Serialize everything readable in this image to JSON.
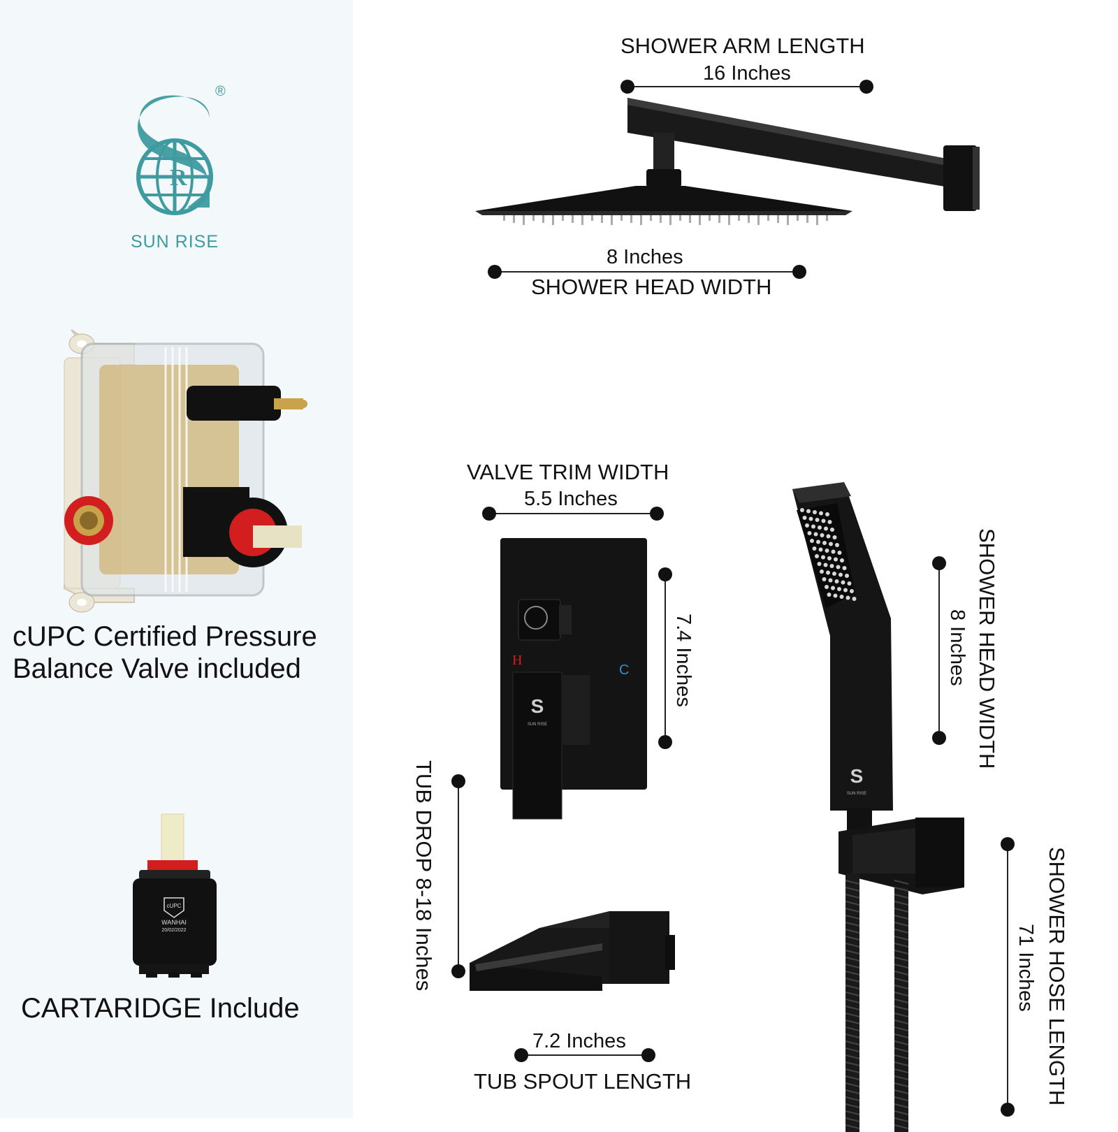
{
  "brand": {
    "name": "SUN RISE",
    "registered": "®"
  },
  "left": {
    "valve_caption_line1": "cUPC Certified Pressure",
    "valve_caption_line2": "Balance Valve included",
    "cartridge_caption": "CARTARIDGE Include",
    "cartridge_marks": [
      "cUPC",
      "WANHAI",
      "20/02/2022"
    ]
  },
  "dimensions": {
    "shower_arm": {
      "label": "SHOWER ARM LENGTH",
      "value": "16 Inches"
    },
    "shower_head": {
      "label": "SHOWER HEAD WIDTH",
      "value": "8 Inches"
    },
    "valve_trim_width": {
      "label": "VALVE TRIM WIDTH",
      "value": "5.5 Inches"
    },
    "valve_trim_height": {
      "value": "7.4 Inches"
    },
    "hand_shower": {
      "label": "SHOWER HEAD WIDTH",
      "value": "8 Inches"
    },
    "tub_drop": {
      "label": "TUB DROP 8-18 Inches"
    },
    "tub_spout": {
      "label": "TUB SPOUT LENGTH",
      "value": "7.2 Inches"
    },
    "hose": {
      "label": "SHOWER HOSE LENGTH",
      "value": "71 Inches"
    }
  },
  "valve_marks": {
    "hot": "H",
    "cold": "C"
  },
  "colors": {
    "brand_teal": "#3e9b9f",
    "fixture_black": "#151515",
    "panel_bg": "#f3f8fa"
  }
}
